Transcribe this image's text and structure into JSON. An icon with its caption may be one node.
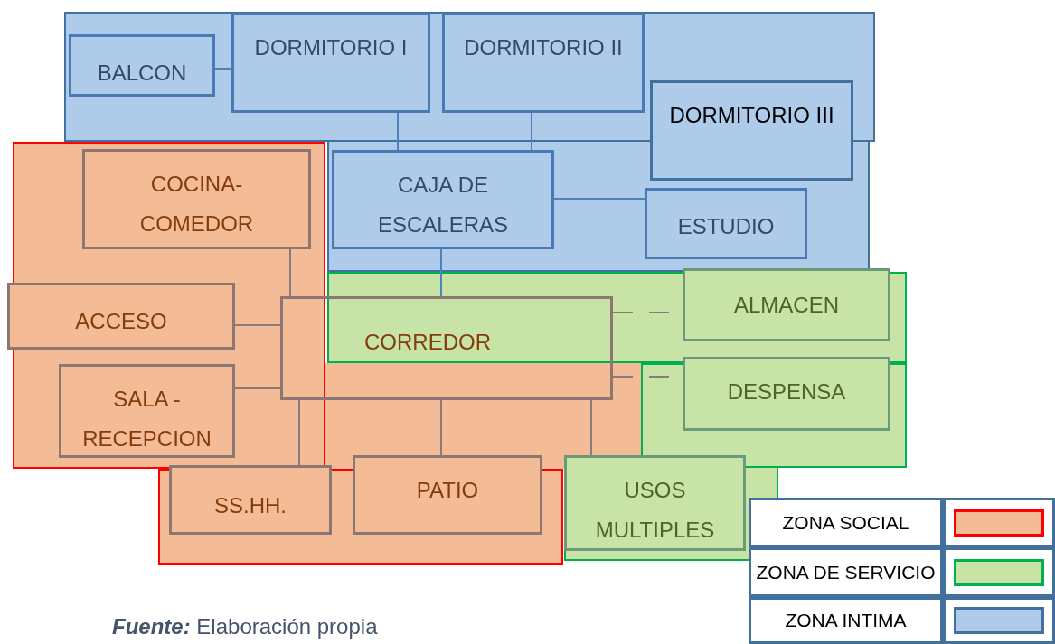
{
  "diagram": {
    "caption": "**Fuente:** Elaboración propia",
    "nodes": [
      {
        "text": [
          "BALCON"
        ]
      },
      {
        "text": [
          "DORMITORIO I"
        ]
      },
      {
        "text": [
          "DORMITORIO II"
        ]
      },
      {
        "text": [
          "DORMITORIO III"
        ]
      },
      {
        "text": [
          "COCINA- COMEDOR"
        ]
      },
      {
        "text": [
          "CAJA DE ESCALERAS"
        ]
      },
      {
        "text": [
          "ESTUDIO"
        ]
      },
      {
        "text": [
          "ACCESO"
        ]
      },
      {
        "text": [
          "ALMACEN"
        ]
      },
      {
        "text": [
          "CORREDOR"
        ]
      },
      {
        "text": [
          "SALA - RECEPCION"
        ]
      },
      {
        "text": [
          "DESPENSA"
        ]
      },
      {
        "text": [
          "SS.HH."
        ]
      },
      {
        "text": [
          "PATIO"
        ]
      },
      {
        "text": [
          "USOS MULTIPLES"
        ]
      }
    ],
    "edges": [
      {
        "from": 0,
        "to": 1,
        "arrow": "none",
        "color": "#4f81bd"
      },
      {
        "from": 1,
        "to": 5,
        "arrow": "none",
        "color": "#4f81bd"
      },
      {
        "from": 2,
        "to": 5,
        "arrow": "none",
        "color": "#4f81bd"
      },
      {
        "from": 5,
        "to": 6,
        "arrow": "none",
        "color": "#4f81bd"
      },
      {
        "from": 5,
        "to": 9,
        "arrow": "none",
        "color": "#4f81bd"
      },
      {
        "from": 4,
        "to": 9,
        "arrow": "none"
      },
      {
        "from": 7,
        "to": 9,
        "arrow": "none"
      },
      {
        "from": 10,
        "to": 9,
        "arrow": "none"
      },
      {
        "from": 9,
        "to": 12,
        "arrow": "none"
      },
      {
        "from": 9,
        "to": 13,
        "arrow": "none"
      },
      {
        "from": 9,
        "to": 14,
        "arrow": "none"
      },
      {
        "from": 9,
        "to": 8,
        "arrow": "none",
        "style": "dashed"
      },
      {
        "from": 9,
        "to": 11,
        "arrow": "none",
        "style": "dashed"
      }
    ],
    "legend": [
      {
        "text": "ZONA SOCIAL",
        "color": "#f4bc96"
      },
      {
        "text": "ZONA DE SERVICIO",
        "color": "#c7e4a6"
      },
      {
        "text": "ZONA INTIMA",
        "color": "#aecbe9"
      }
    ]
  }
}
